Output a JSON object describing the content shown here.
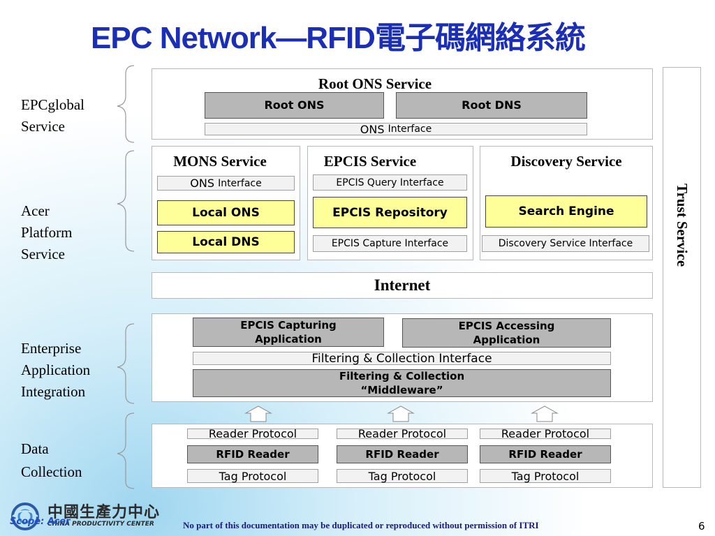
{
  "title": "EPC Network—RFID電子碼網絡系統",
  "side_labels": {
    "epcglobal": [
      "EPCglobal",
      "Service"
    ],
    "acer": [
      "Acer",
      "Platform",
      "Service"
    ],
    "enterprise": [
      "Enterprise",
      "Application",
      "Integration"
    ],
    "data": [
      "Data",
      "Collection"
    ]
  },
  "root_ons": {
    "title": "Root ONS Service",
    "root_ons": "Root ONS",
    "root_dns": "Root DNS",
    "ons_interface_a": "ONS",
    "ons_interface_b": "Interface"
  },
  "mons": {
    "title": "MONS Service",
    "ons_interface_a": "ONS",
    "ons_interface_b": "Interface",
    "local_ons": "Local ONS",
    "local_dns": "Local DNS"
  },
  "epcis": {
    "title": "EPCIS Service",
    "query": "EPCIS Query Interface",
    "repository": "EPCIS Repository",
    "capture": "EPCIS Capture Interface"
  },
  "discovery": {
    "title": "Discovery Service",
    "search": "Search Engine",
    "interface": "Discovery Service Interface"
  },
  "internet": "Internet",
  "enterprise": {
    "capturing": [
      "EPCIS Capturing",
      "Application"
    ],
    "accessing": [
      "EPCIS Accessing",
      "Application"
    ],
    "filter_interface": "Filtering & Collection Interface",
    "middleware": [
      "Filtering & Collection",
      "“Middleware”"
    ]
  },
  "readers": [
    {
      "protocol": "Reader Protocol",
      "reader": "RFID Reader",
      "tag": "Tag Protocol"
    },
    {
      "protocol": "Reader Protocol",
      "reader": "RFID Reader",
      "tag": "Tag Protocol"
    },
    {
      "protocol": "Reader Protocol",
      "reader": "RFID Reader",
      "tag": "Tag Protocol"
    }
  ],
  "trust_service": "Trust Service",
  "footer": {
    "logo_cn": "中國生產力中心",
    "logo_en": "CHINA PRODUCTIVITY CENTER",
    "logo_scope": "Scope: Acer",
    "notice": "No part of this documentation may be duplicated or reproduced without permission of ITRI",
    "page": "6"
  },
  "colors": {
    "title": "#1a2fb5",
    "gray_box": "#b7b7b7",
    "yellow_box": "#ffff99",
    "light_box": "#f2f2f2"
  }
}
